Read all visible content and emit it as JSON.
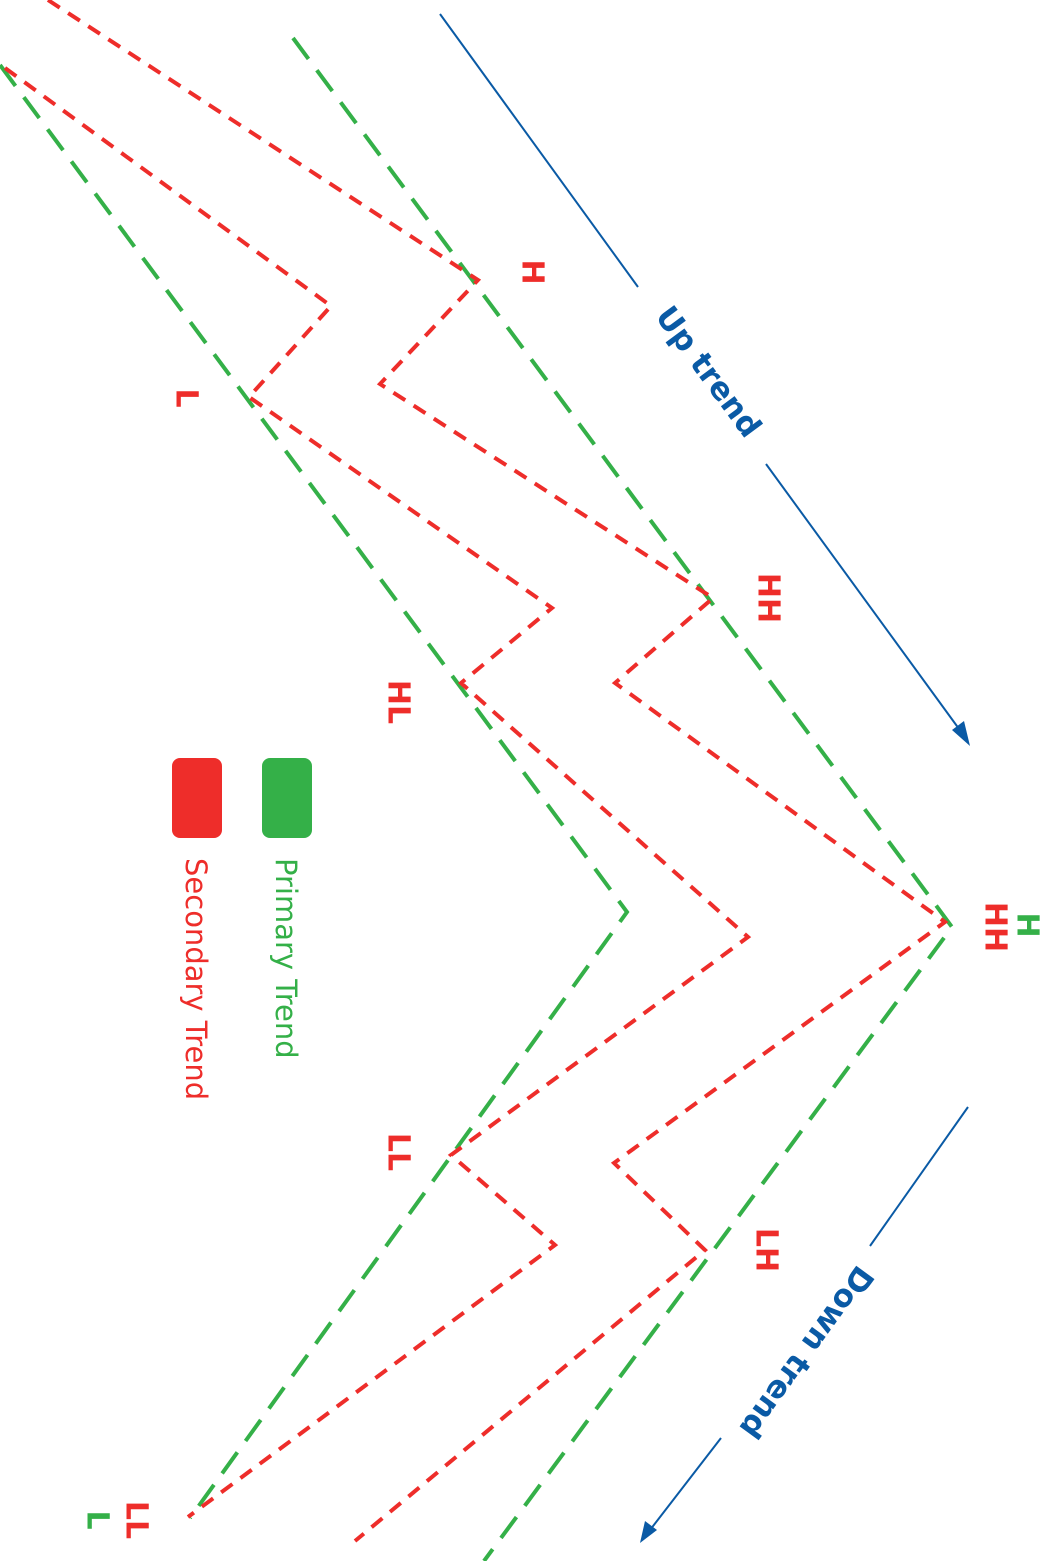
{
  "colors": {
    "primary": "#34b048",
    "secondary": "#ee2d2a",
    "trend": "#0a5aa5",
    "background": "#ffffff"
  },
  "legend": {
    "primary_label": "Primary Trend",
    "secondary_label": "Secondary Trend"
  },
  "arrows": {
    "up_label": "Up trend",
    "down_label": "Down trend"
  },
  "labels": {
    "h_red": "H",
    "l_red": "L",
    "hh_1": "HH",
    "hl_1": "HL",
    "hh_top": "HH",
    "h_green": "H",
    "ll_1": "LL",
    "lh_1": "LH",
    "ll_bottom": "LL",
    "l_green": "L"
  }
}
